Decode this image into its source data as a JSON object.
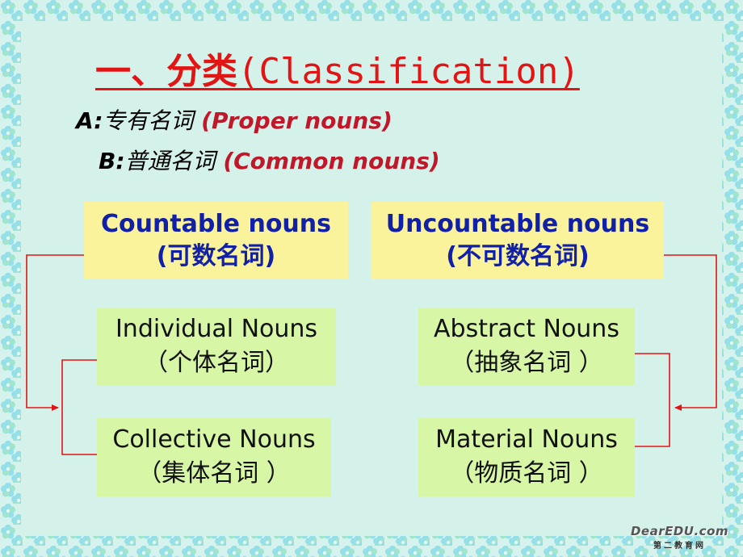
{
  "title": {
    "zh": "一、分类",
    "en": "(Classification)"
  },
  "line_a": {
    "label": "A:",
    "zh": "专有名词",
    "en": "(Proper nouns)"
  },
  "line_b": {
    "label": "B:",
    "zh": "普通名词",
    "en": "(Common nouns)"
  },
  "countable": {
    "en": "Countable nouns",
    "zh": "(可数名词)"
  },
  "uncountable": {
    "en": "Uncountable nouns",
    "zh": "(不可数名词)"
  },
  "individual": {
    "en": "Individual Nouns",
    "zh": "（个体名词）"
  },
  "collective": {
    "en": "Collective Nouns",
    "zh": "（集体名词 ）"
  },
  "abstract": {
    "en": "Abstract Nouns",
    "zh": "（抽象名词 ）"
  },
  "material": {
    "en": "Material Nouns",
    "zh": "（物质名词 ）"
  },
  "logo": {
    "line1": "DearEDU.com",
    "line2": "第二教育网"
  },
  "colors": {
    "title": "#e31414",
    "english_label": "#c0182a",
    "header_text": "#1020a8",
    "connector": "#e31414",
    "header_box": "#fbf39c",
    "leaf_box": "#d8f7a6",
    "background": "#d6f2ec"
  }
}
